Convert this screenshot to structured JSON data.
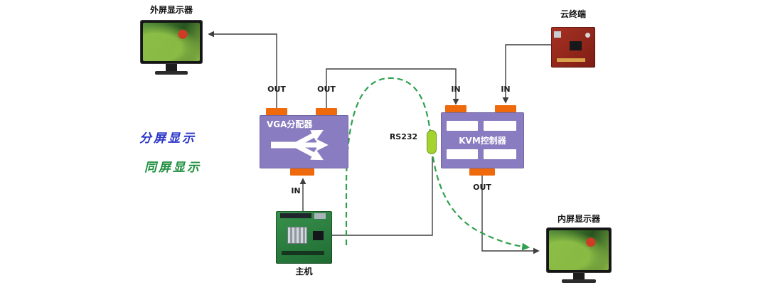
{
  "diagram": {
    "nodes": {
      "external_monitor": "外屏显示器",
      "cloud_terminal": "云终端",
      "vga_splitter": "VGA分配器",
      "kvm_controller": "KVM控制器",
      "host": "主机",
      "internal_monitor": "内屏显示器"
    },
    "ports": {
      "vga_out_left": "OUT",
      "vga_out_right": "OUT",
      "kvm_in_left": "IN",
      "kvm_in_right": "IN",
      "vga_in_bottom": "IN",
      "kvm_out_bottom": "OUT",
      "rs232": "RS232"
    },
    "legend": {
      "split_screen": "分屏显示",
      "same_screen": "同屏显示"
    },
    "colors": {
      "device_purple": "#8a7cc0",
      "connector_orange": "#ef6a0c",
      "rs232_connector_green": "#a4d32f",
      "split_blue": "#2a35c8",
      "same_green": "#1f8f3e",
      "dashed_path_green": "#2fa04e",
      "line": "#3f3f3f"
    }
  }
}
